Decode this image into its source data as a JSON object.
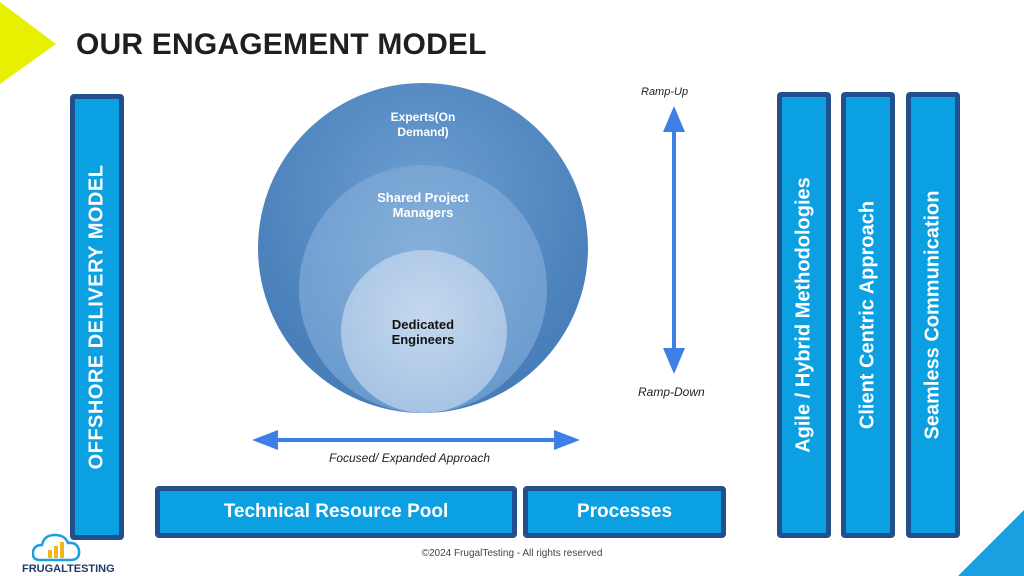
{
  "title": "OUR ENGAGEMENT MODEL",
  "left_pillar": "OFFSHORE DELIVERY MODEL",
  "right_pillars": [
    "Agile / Hybrid Methodologies",
    "Client Centric Approach",
    "Seamless Communication"
  ],
  "circles": {
    "outer": "Experts(On Demand)",
    "middle": "Shared Project Managers",
    "inner": "Dedicated Engineers"
  },
  "vertical_arrow": {
    "top_label": "Ramp-Up",
    "bottom_label": "Ramp-Down"
  },
  "horizontal_arrow": {
    "label": "Focused/ Expanded Approach"
  },
  "bottom_boxes": {
    "resource_pool": "Technical Resource Pool",
    "processes": "Processes"
  },
  "footer": "©2024 FrugalTesting - All rights reserved",
  "logo": {
    "text_dark": "FRUGAL",
    "text_light": "TESTING"
  },
  "colors": {
    "pillar_fill": "#0aa0e2",
    "pillar_border": "#244f8d",
    "arrow": "#3d7fe6",
    "accent_yellow": "#e6f000",
    "corner_blue": "#1aa0e0"
  }
}
